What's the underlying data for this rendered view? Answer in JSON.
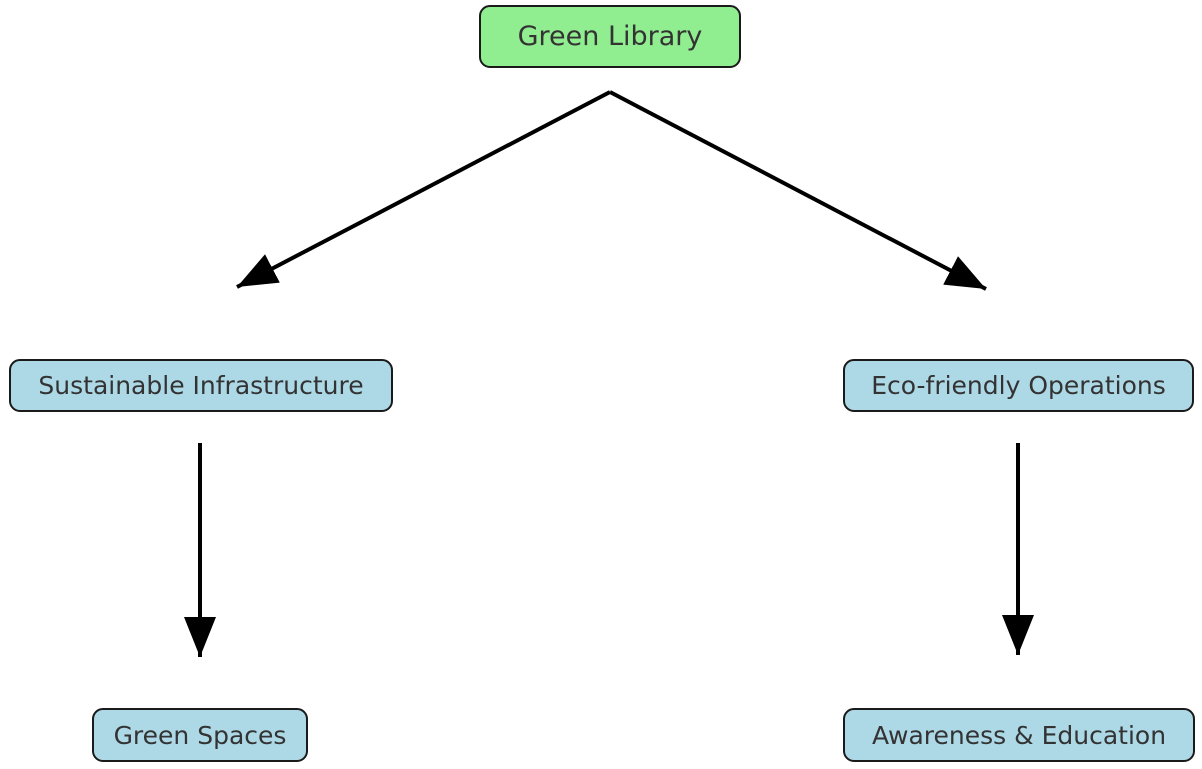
{
  "diagram": {
    "type": "mindmap",
    "background_color": "#FFFFFF",
    "edge_color": "#000000",
    "node_border_color": "#1A1A1A",
    "node_text_color": "#333333",
    "nodes": [
      {
        "id": "green-library",
        "label": "Green Library",
        "fill": "#90EE90",
        "role": "root"
      },
      {
        "id": "sustainable-infrastructure",
        "label": "Sustainable Infrastructure",
        "fill": "#ADD8E6",
        "role": "branch"
      },
      {
        "id": "eco-friendly-operations",
        "label": "Eco-friendly Operations",
        "fill": "#ADD8E6",
        "role": "branch"
      },
      {
        "id": "green-spaces",
        "label": "Green Spaces",
        "fill": "#ADD8E6",
        "role": "leaf"
      },
      {
        "id": "awareness-education",
        "label": "Awareness & Education",
        "fill": "#ADD8E6",
        "role": "leaf"
      }
    ],
    "edges": [
      {
        "from": "green-library",
        "to": "sustainable-infrastructure"
      },
      {
        "from": "green-library",
        "to": "eco-friendly-operations"
      },
      {
        "from": "sustainable-infrastructure",
        "to": "green-spaces"
      },
      {
        "from": "eco-friendly-operations",
        "to": "awareness-education"
      }
    ]
  }
}
